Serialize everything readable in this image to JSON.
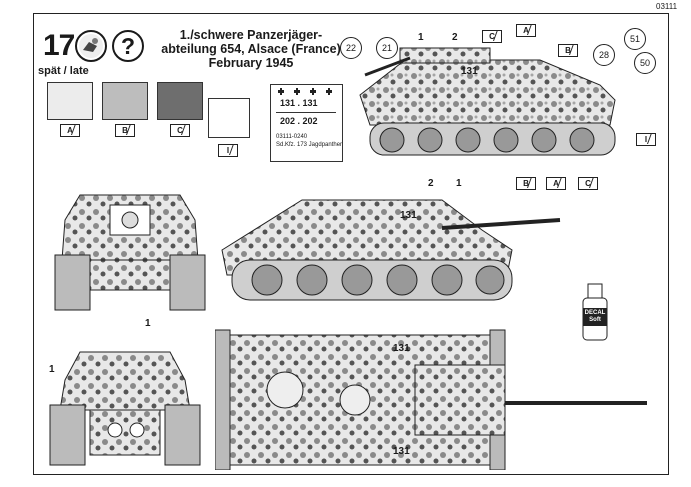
{
  "doc_number": "03111",
  "step": "17",
  "title": {
    "line1": "1./schwere Panzerjäger-",
    "line2": "abteilung 654, Alsace (France)",
    "line3": "February 1945"
  },
  "variant_label": "spät / late",
  "colors": [
    {
      "code": "A",
      "hex": "#ececec"
    },
    {
      "code": "B",
      "hex": "#bdbdbd"
    },
    {
      "code": "C",
      "hex": "#6e6e6e"
    },
    {
      "code": "I",
      "hex": "#ffffff"
    }
  ],
  "decal_sheet": {
    "row1": "131 . 131",
    "row2": "202 . 202",
    "fine_print": [
      "03111-0240",
      "Sd.Kfz. 173 Jagdpanther"
    ]
  },
  "callouts": [
    "22",
    "21",
    "28",
    "51",
    "50"
  ],
  "part_numbers": [
    "1",
    "2"
  ],
  "vehicle_markings": [
    "131"
  ],
  "color_codes_side": [
    "A",
    "B",
    "C",
    "I"
  ],
  "decal_bottle": {
    "line1": "DECAL",
    "line2": "Soft"
  }
}
